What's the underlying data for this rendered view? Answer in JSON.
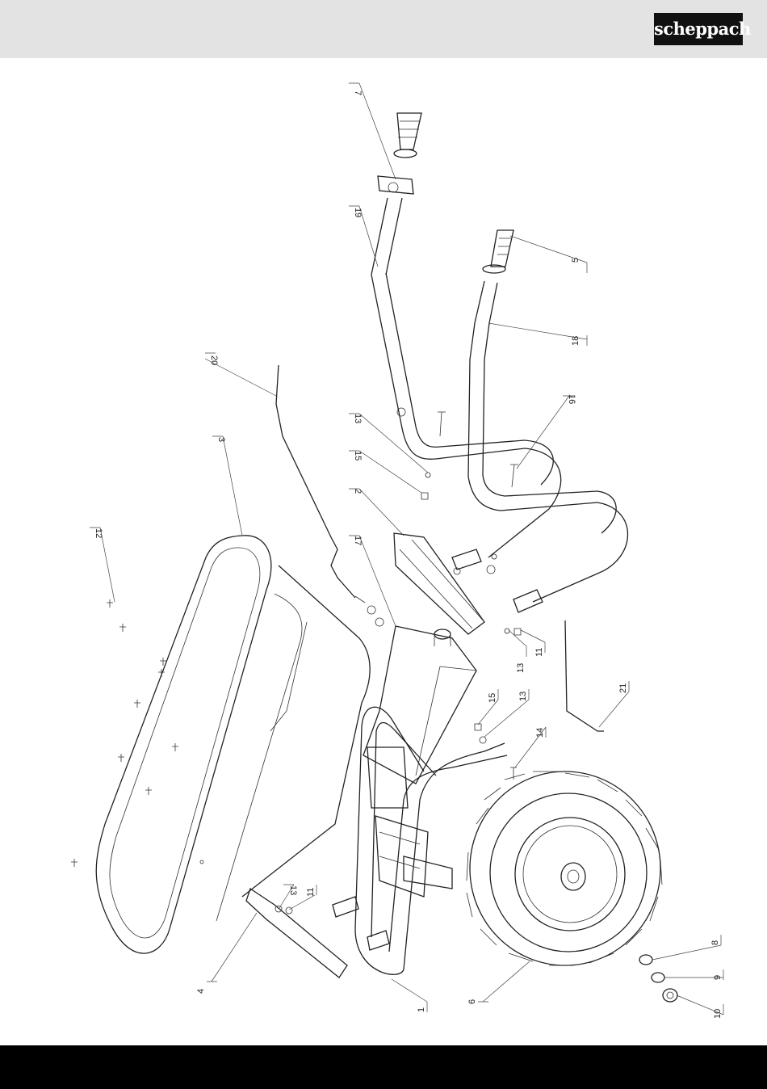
{
  "header": {
    "brand": "scheppach"
  },
  "diagram": {
    "type": "exploded-parts-view",
    "callouts": [
      {
        "id": "c7",
        "label": "7"
      },
      {
        "id": "c19",
        "label": "19"
      },
      {
        "id": "c5",
        "label": "5"
      },
      {
        "id": "c18",
        "label": "18"
      },
      {
        "id": "c20",
        "label": "20"
      },
      {
        "id": "c16",
        "label": "16"
      },
      {
        "id": "c3",
        "label": "3"
      },
      {
        "id": "c13a",
        "label": "13"
      },
      {
        "id": "c15a",
        "label": "15"
      },
      {
        "id": "c2",
        "label": "2"
      },
      {
        "id": "c12",
        "label": "12"
      },
      {
        "id": "c17",
        "label": "17"
      },
      {
        "id": "c13b",
        "label": "13"
      },
      {
        "id": "c11a",
        "label": "11"
      },
      {
        "id": "c21",
        "label": "21"
      },
      {
        "id": "c15b",
        "label": "15"
      },
      {
        "id": "c13c",
        "label": "13"
      },
      {
        "id": "c14",
        "label": "14"
      },
      {
        "id": "c13d",
        "label": "13"
      },
      {
        "id": "c11b",
        "label": "11"
      },
      {
        "id": "c8",
        "label": "8"
      },
      {
        "id": "c9",
        "label": "9"
      },
      {
        "id": "c4",
        "label": "4"
      },
      {
        "id": "c1",
        "label": "1"
      },
      {
        "id": "c6",
        "label": "6"
      },
      {
        "id": "c10",
        "label": "10"
      }
    ]
  }
}
